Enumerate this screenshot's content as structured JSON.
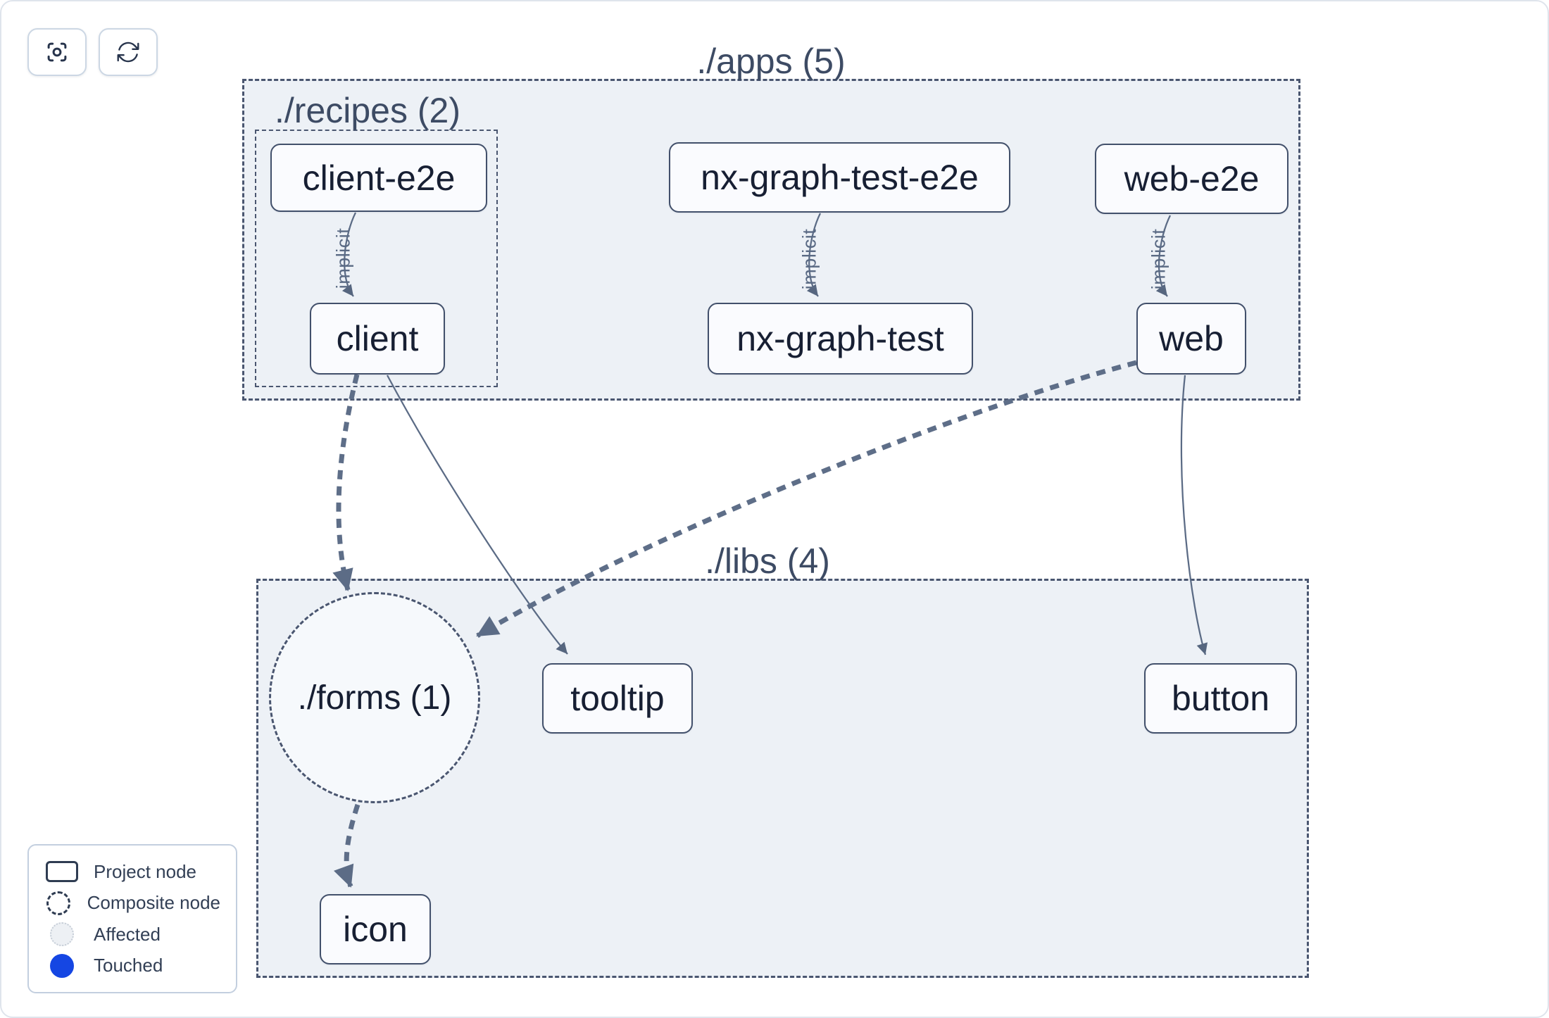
{
  "toolbar": {
    "buttons": [
      {
        "name": "focus",
        "icon": "focus-icon"
      },
      {
        "name": "refresh",
        "icon": "refresh-icon"
      }
    ]
  },
  "graph": {
    "groups": [
      {
        "id": "apps",
        "label": "./apps (5)",
        "count": 5
      },
      {
        "id": "recipes",
        "label": "./recipes (2)",
        "count": 2
      },
      {
        "id": "libs",
        "label": "./libs (4)",
        "count": 4
      }
    ],
    "composite_nodes": [
      {
        "id": "forms",
        "label": "./forms (1)",
        "count": 1
      }
    ],
    "nodes": [
      {
        "id": "client-e2e",
        "label": "client-e2e"
      },
      {
        "id": "nx-graph-test-e2e",
        "label": "nx-graph-test-e2e"
      },
      {
        "id": "web-e2e",
        "label": "web-e2e"
      },
      {
        "id": "client",
        "label": "client"
      },
      {
        "id": "nx-graph-test",
        "label": "nx-graph-test"
      },
      {
        "id": "web",
        "label": "web"
      },
      {
        "id": "tooltip",
        "label": "tooltip"
      },
      {
        "id": "button",
        "label": "button"
      },
      {
        "id": "icon",
        "label": "icon"
      }
    ],
    "edges": [
      {
        "source": "client-e2e",
        "target": "client",
        "label": "implicit",
        "style": "solid-thin"
      },
      {
        "source": "nx-graph-test-e2e",
        "target": "nx-graph-test",
        "label": "implicit",
        "style": "solid-thin"
      },
      {
        "source": "web-e2e",
        "target": "web",
        "label": "implicit",
        "style": "solid-thin"
      },
      {
        "source": "client",
        "target": "forms",
        "label": "",
        "style": "dashed-thick"
      },
      {
        "source": "client",
        "target": "tooltip",
        "label": "",
        "style": "solid-thin"
      },
      {
        "source": "web",
        "target": "forms",
        "label": "",
        "style": "dashed-thick"
      },
      {
        "source": "web",
        "target": "button",
        "label": "",
        "style": "solid-thin"
      },
      {
        "source": "forms",
        "target": "icon",
        "label": "",
        "style": "dashed-thick"
      }
    ]
  },
  "legend": {
    "items": [
      {
        "label": "Project node",
        "swatch": "project-rect"
      },
      {
        "label": "Composite node",
        "swatch": "composite-dashed-circle"
      },
      {
        "label": "Affected",
        "swatch": "affected-light-circle"
      },
      {
        "label": "Touched",
        "swatch": "touched-blue-circle"
      }
    ]
  },
  "colors": {
    "touched_blue": "#1546e3",
    "group_fill": "#edf1f6",
    "node_fill": "#fafbfe",
    "node_border": "#42506b",
    "edge_slate": "#5b6b85",
    "dashed_border": "#4a5670",
    "text_dark": "#171f33"
  }
}
